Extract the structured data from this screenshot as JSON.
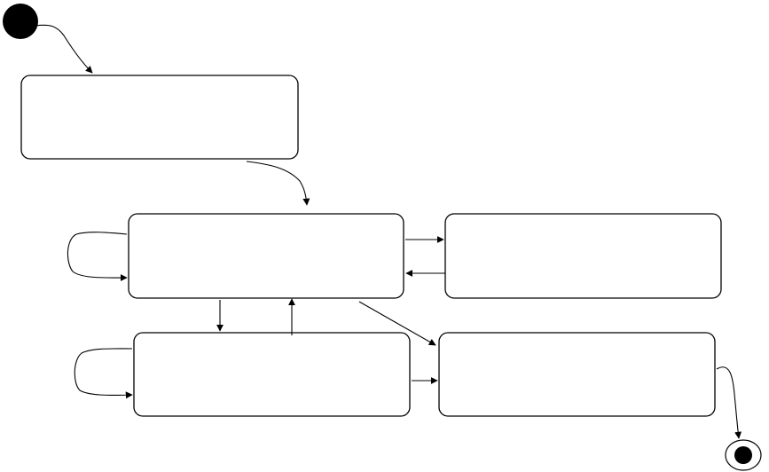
{
  "diagram": {
    "type": "state-diagram",
    "colors": {
      "stroke": "#000000",
      "fill": "#ffffff",
      "node_fill": "#000000"
    },
    "initial_state": {
      "label": ""
    },
    "final_state": {
      "label": ""
    },
    "states": [
      {
        "id": "s1",
        "label": ""
      },
      {
        "id": "s2",
        "label": ""
      },
      {
        "id": "s3",
        "label": ""
      },
      {
        "id": "s4",
        "label": ""
      },
      {
        "id": "s5",
        "label": ""
      }
    ],
    "transitions": [
      {
        "from": "initial",
        "to": "s1"
      },
      {
        "from": "s1",
        "to": "s2"
      },
      {
        "from": "s2",
        "to": "s2"
      },
      {
        "from": "s2",
        "to": "s3"
      },
      {
        "from": "s3",
        "to": "s2"
      },
      {
        "from": "s2",
        "to": "s4"
      },
      {
        "from": "s4",
        "to": "s4"
      },
      {
        "from": "s4",
        "to": "s2"
      },
      {
        "from": "s2",
        "to": "s5"
      },
      {
        "from": "s4",
        "to": "s5"
      },
      {
        "from": "s5",
        "to": "final"
      }
    ]
  }
}
